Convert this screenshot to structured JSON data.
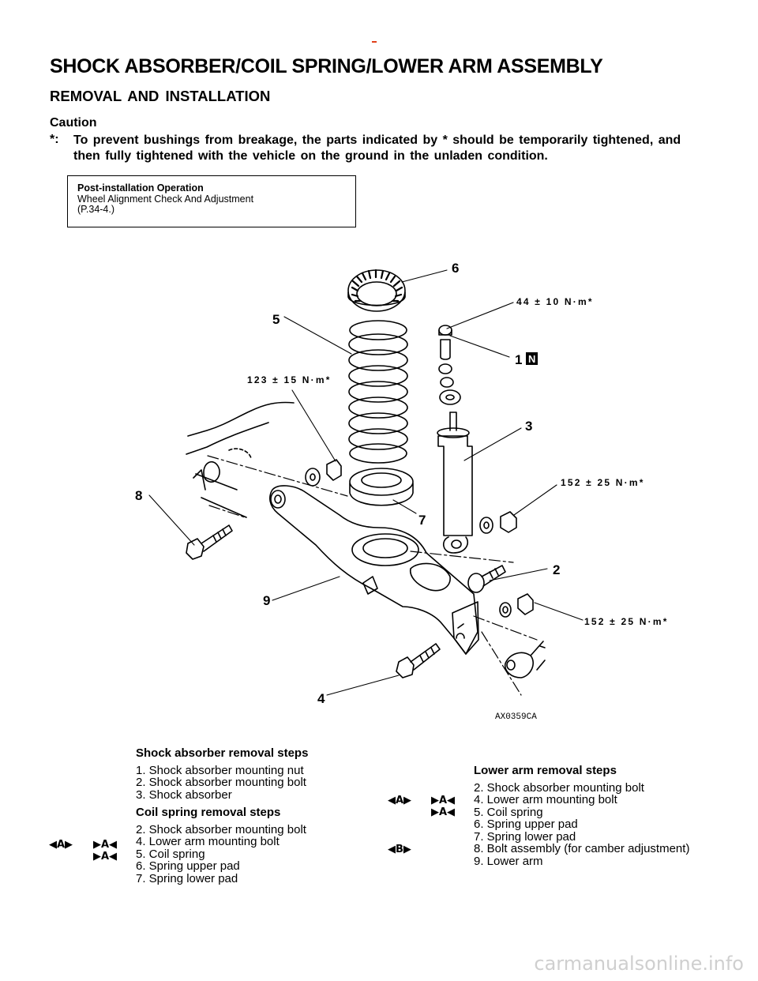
{
  "header": {
    "title": "SHOCK ABSORBER/COIL SPRING/LOWER ARM ASSEMBLY",
    "subtitle": "REMOVAL AND INSTALLATION",
    "caution_label": "Caution",
    "note_mark": "*:",
    "note_text": "To prevent bushings from breakage, the parts indicated by * should be temporarily tightened, and then fully tightened with the vehicle on the ground in the unladen condition."
  },
  "post_install": {
    "heading": "Post-installation Operation",
    "line1": "Wheel Alignment Check And Adjustment",
    "line2": "(P.34-4.)"
  },
  "figure": {
    "callouts": {
      "c1": "1",
      "c2": "2",
      "c3": "3",
      "c4": "4",
      "c5": "5",
      "c6": "6",
      "c7": "7",
      "c8": "8",
      "c9": "9",
      "n_badge": "N"
    },
    "torques": {
      "t1": "44 ± 10 N·m*",
      "t2": "123 ± 15 N·m*",
      "t3": "152 ± 25 N·m*",
      "t4": "152 ± 25 N·m*"
    },
    "code": "AX0359CA"
  },
  "shock_steps": {
    "heading": "Shock absorber removal steps",
    "items": [
      "1. Shock absorber mounting nut",
      "2. Shock absorber mounting bolt",
      "3. Shock absorber"
    ]
  },
  "coil_steps": {
    "heading": "Coil spring removal steps",
    "items": [
      "2. Shock absorber mounting bolt",
      "4. Lower arm mounting bolt",
      "5. Coil spring",
      "6. Spring upper pad",
      "7. Spring lower pad"
    ],
    "mark_removal": "◀A▶",
    "mark_install_4": "▶A◀",
    "mark_install_5": "▶A◀"
  },
  "lower_steps": {
    "heading": "Lower arm removal steps",
    "items": [
      "2. Shock absorber mounting bolt",
      "4. Lower arm mounting bolt",
      "5. Coil spring",
      "6. Spring upper pad",
      "7. Spring lower pad",
      "8. Bolt assembly (for camber adjustment)",
      "9. Lower arm"
    ],
    "mark_removal_4": "◀A▶",
    "mark_install_4": "▶A◀",
    "mark_install_5": "▶A◀",
    "mark_removal_8": "◀B▶"
  },
  "watermark": "carmanualsonline.info"
}
